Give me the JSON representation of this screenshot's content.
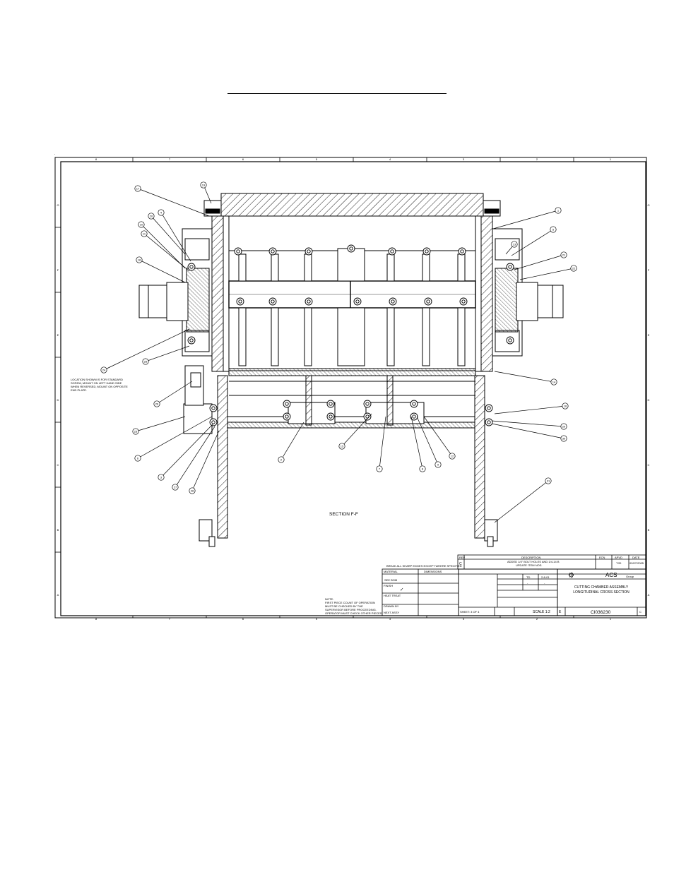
{
  "border": {
    "top_zones": [
      "8",
      "7",
      "6",
      "5",
      "4",
      "3",
      "2",
      "1"
    ],
    "bottom_zones": [
      "8",
      "7",
      "6",
      "5",
      "4",
      "3",
      "2",
      "1"
    ],
    "left_zones": [
      "G",
      "F",
      "E",
      "D",
      "C",
      "B",
      "A"
    ],
    "right_zones": [
      "G",
      "F",
      "E",
      "D",
      "C",
      "B",
      "A"
    ]
  },
  "drawing": {
    "section_label": "SECTION F-F",
    "side_note": [
      "LOCATION SHOWN IS FOR STANDARD",
      "SCREW, MOUNT ON LEFT HAND SIDE",
      "WHEN REVERSED, MOUNT ON OPPOSITE",
      "END PLATE."
    ],
    "bottom_note": [
      "NOTE:",
      "FIRST PIECE COUNT OF OPERATION",
      "MUST BE CHECKED BY THE",
      "SUPERVISOR BEFORE PROCEEDING.",
      "OPERATOR MUST CHECK OTHER PIECES."
    ]
  },
  "title_block": {
    "break_edges_note": "BREAK ALL SHARP EDGES EXCEPT WHERE SPECIFIED",
    "revision_headers": [
      "REV",
      "DESCRIPTION",
      "ECN",
      "APVD",
      "DATE"
    ],
    "revision_rev": "C",
    "revision_description": [
      "ADDED 1/4\" BOLT HOLES AND 1/4-14 B",
      "UPDATE ITEM NOS."
    ],
    "revision_ecn": "",
    "revision_apvd": "TJD",
    "revision_date": "02/07/2005",
    "title_line1": "CUTTING CHAMBER ASSEMBLY",
    "title_line2": "LONGITUDINAL CROSS SECTION",
    "company": "ACS",
    "group": "Group",
    "sheet": "SHEET: 3 OF 4",
    "size": "E",
    "scale": "SCALE 1:2",
    "drawing_number": "CI036230",
    "rev_cell": "C",
    "drawn_by": "TD",
    "drawn_date": "2-8-01",
    "checked_by": "-",
    "checked_date": "-",
    "left_labels": [
      "MATERIAL",
      "FINISH",
      "HEAT TREAT",
      "DRAWN BY",
      "NEXT ASSY"
    ],
    "left_values": [
      "SEE BOM",
      "",
      "",
      "",
      ""
    ],
    "tolerance_header": "DIMENSIONS",
    "checkmark": "✓"
  },
  "balloons": [
    "17",
    "19",
    "20",
    "4",
    "10",
    "11",
    "18",
    "1",
    "5",
    "13",
    "21",
    "22",
    "24",
    "25",
    "26",
    "23",
    "6",
    "3",
    "27",
    "28",
    "2",
    "15",
    "7",
    "8",
    "9",
    "12",
    "14",
    "16",
    "29",
    "30",
    "31"
  ]
}
